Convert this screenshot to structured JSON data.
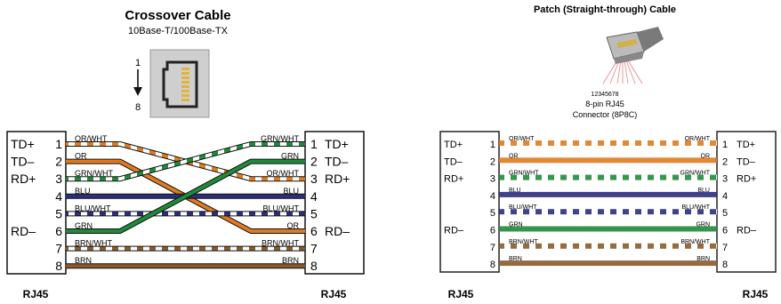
{
  "crossover": {
    "title": "Crossover Cable",
    "subtitle": "10Base-T/100Base-TX",
    "arrow_top": "1",
    "arrow_bottom": "8",
    "left_connector": "RJ45",
    "right_connector": "RJ45",
    "left_pins": [
      {
        "signal": "TD+",
        "pin": "1",
        "wire": "OR/WHT"
      },
      {
        "signal": "TD–",
        "pin": "2",
        "wire": "OR"
      },
      {
        "signal": "RD+",
        "pin": "3",
        "wire": "GRN/WHT"
      },
      {
        "signal": "",
        "pin": "4",
        "wire": "BLU"
      },
      {
        "signal": "",
        "pin": "5",
        "wire": "BLU/WHT"
      },
      {
        "signal": "RD–",
        "pin": "6",
        "wire": "GRN"
      },
      {
        "signal": "",
        "pin": "7",
        "wire": "BRN/WHT"
      },
      {
        "signal": "",
        "pin": "8",
        "wire": "BRN"
      }
    ],
    "right_pins": [
      {
        "signal": "TD+",
        "pin": "1",
        "wire": "GRN/WHT"
      },
      {
        "signal": "TD–",
        "pin": "2",
        "wire": "GRN"
      },
      {
        "signal": "RD+",
        "pin": "3",
        "wire": "OR/WHT"
      },
      {
        "signal": "",
        "pin": "4",
        "wire": "BLU"
      },
      {
        "signal": "",
        "pin": "5",
        "wire": "BLU/WHT"
      },
      {
        "signal": "RD–",
        "pin": "6",
        "wire": "OR"
      },
      {
        "signal": "",
        "pin": "7",
        "wire": "BRN/WHT"
      },
      {
        "signal": "",
        "pin": "8",
        "wire": "BRN"
      }
    ]
  },
  "patch": {
    "title": "Patch (Straight-through) Cable",
    "pin_numbers": "12345678",
    "connector_line1": "8-pin RJ45",
    "connector_line2": "Connector (8P8C)",
    "left_connector": "RJ45",
    "right_connector": "RJ45",
    "left_pins": [
      {
        "signal": "TD+",
        "pin": "1",
        "wire": "OR/WHT"
      },
      {
        "signal": "TD–",
        "pin": "2",
        "wire": "OR"
      },
      {
        "signal": "RD+",
        "pin": "3",
        "wire": "GRN/WHT"
      },
      {
        "signal": "",
        "pin": "4",
        "wire": "BLU"
      },
      {
        "signal": "",
        "pin": "5",
        "wire": "BLU/WHT"
      },
      {
        "signal": "RD–",
        "pin": "6",
        "wire": "GRN"
      },
      {
        "signal": "",
        "pin": "7",
        "wire": "BRN/WHT"
      },
      {
        "signal": "",
        "pin": "8",
        "wire": "BRN"
      }
    ],
    "right_pins": [
      {
        "signal": "TD+",
        "pin": "1",
        "wire": "OR/WHT"
      },
      {
        "signal": "TD–",
        "pin": "2",
        "wire": "OR"
      },
      {
        "signal": "RD+",
        "pin": "3",
        "wire": "GRN/WHT"
      },
      {
        "signal": "",
        "pin": "4",
        "wire": "BLU"
      },
      {
        "signal": "",
        "pin": "5",
        "wire": "BLU/WHT"
      },
      {
        "signal": "RD–",
        "pin": "6",
        "wire": "GRN"
      },
      {
        "signal": "",
        "pin": "7",
        "wire": "BRN/WHT"
      },
      {
        "signal": "",
        "pin": "8",
        "wire": "BRN"
      }
    ]
  },
  "colors": {
    "orange": "#e07a1f",
    "green": "#1f8a3a",
    "blue": "#2a2e7c",
    "brown": "#8a5a2b",
    "white": "#ffffff",
    "plug_body": "#d0d0d0",
    "plug_jack": "#333333",
    "plug_contacts": "#e8c84a"
  }
}
